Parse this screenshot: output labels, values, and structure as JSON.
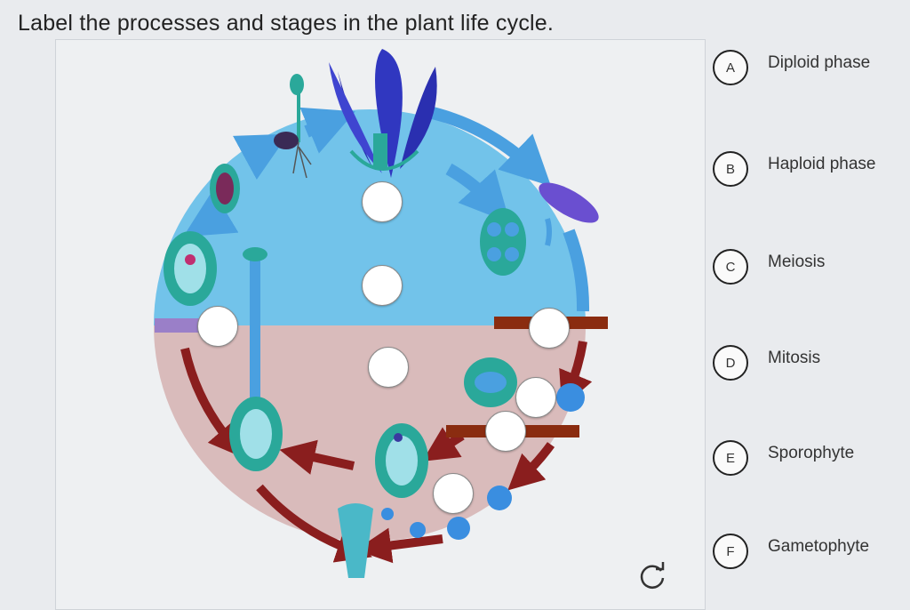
{
  "question": {
    "title": "Label the processes and stages in the plant life cycle."
  },
  "options": [
    {
      "letter": "A",
      "label": "Diploid phase"
    },
    {
      "letter": "B",
      "label": "Haploid phase"
    },
    {
      "letter": "C",
      "label": "Meiosis"
    },
    {
      "letter": "D",
      "label": "Mitosis"
    },
    {
      "letter": "E",
      "label": "Sporophyte"
    },
    {
      "letter": "F",
      "label": "Gametophyte"
    }
  ],
  "colors": {
    "diploid_region": "#72c3ea",
    "haploid_region": "#d9bbbb",
    "arrow_blue": "#4aa0e0",
    "arrow_red": "#8a1e1e",
    "bar_brown": "#8a2c10",
    "bar_purple": "#9a7fc8",
    "flower": "#2a2fb0",
    "teal": "#2aa89a"
  },
  "icons": {
    "reset": "rotate-cw-icon"
  }
}
